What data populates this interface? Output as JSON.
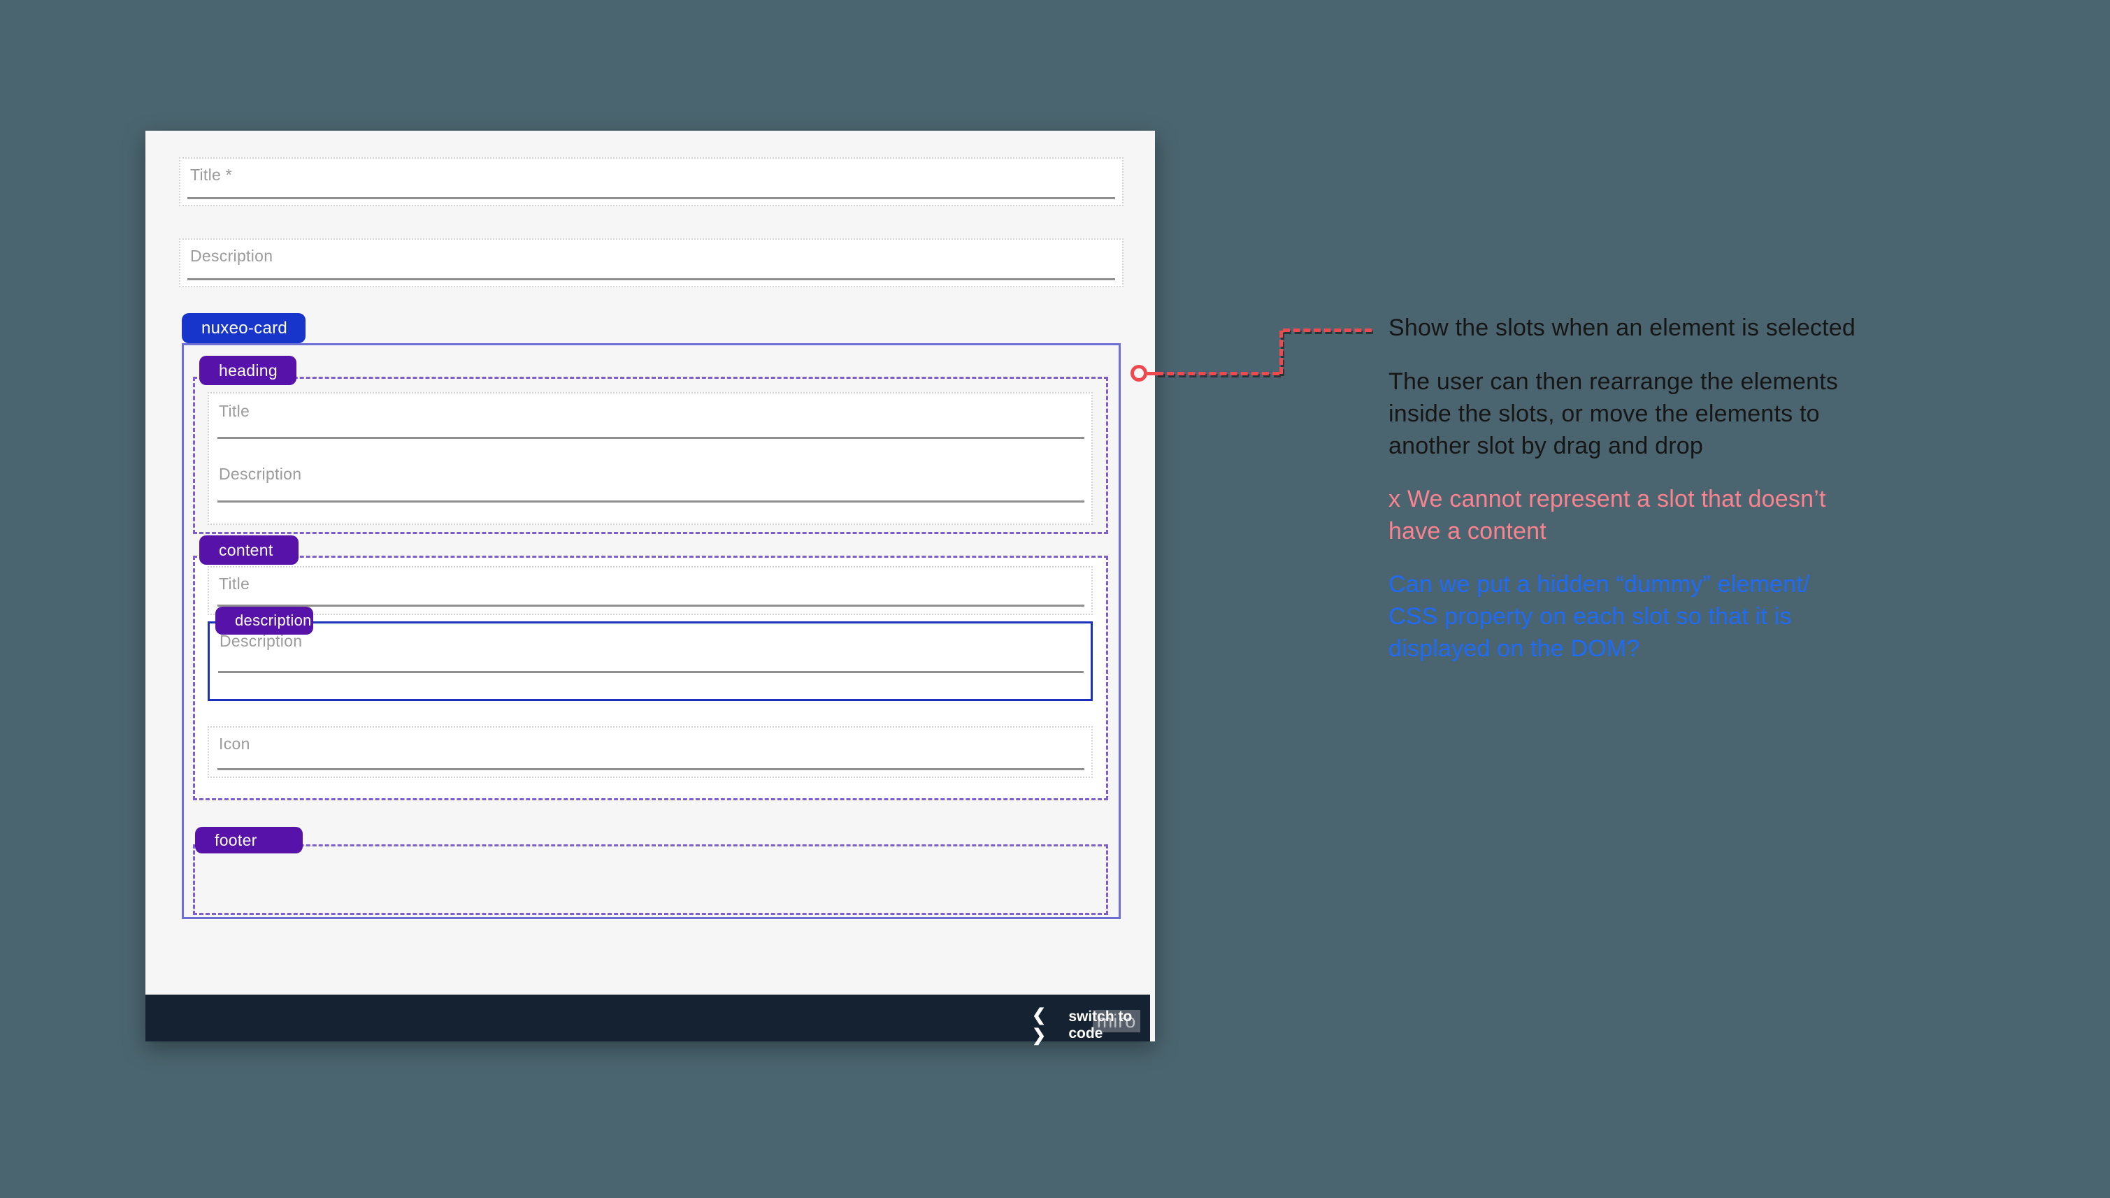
{
  "colors": {
    "board_background": "#4b6570",
    "canvas_background": "#f6f6f6",
    "root_badge_blue": "#1735cb",
    "slot_badge_purple": "#5713a9",
    "outer_border_periwinkle": "#6e6fd4",
    "slot_dashed_purple": "#7e5ec9",
    "selected_border_blue": "#1c31bd",
    "connector_red": "#ef4950",
    "note_pink": "#f9838f",
    "note_blue": "#1e6bf7",
    "bottom_bar_navy": "#152231"
  },
  "canvas": {
    "form_preview": {
      "title_field": {
        "label": "Title *"
      },
      "description_field": {
        "label": "Description"
      }
    },
    "builder": {
      "root_badge": "nuxeo-card",
      "heading_slot": {
        "badge": "heading",
        "title_label": "Title",
        "description_label": "Description"
      },
      "content_slot": {
        "badge": "content",
        "title_label": "Title",
        "description_badge": "description",
        "description_label": "Description",
        "icon_label": "Icon"
      },
      "footer_slot": {
        "badge": "footer"
      }
    },
    "bottom_bar": {
      "code_glyphs": "❮ ❯",
      "switch_label": "switch to code",
      "watermark": "miro"
    }
  },
  "annotations": {
    "note1": "Show the slots when an element is selected",
    "note2_lines": [
      "The user can then rearrange the elements",
      "inside the slots, or move the elements to",
      "another slot by drag and drop"
    ],
    "note3_lines": [
      "x We cannot represent a slot that doesn’t",
      "have a content"
    ],
    "note4_lines": [
      "Can we put a hidden “dummy” element/",
      "CSS property on each slot so that it is",
      "displayed on the DOM?"
    ]
  }
}
